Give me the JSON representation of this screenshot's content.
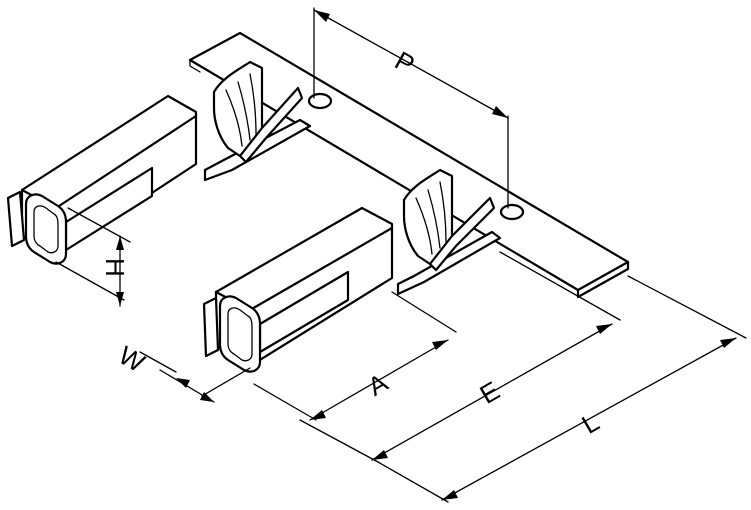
{
  "diagram": {
    "subject": "terminal-strip",
    "dimension_labels": {
      "pitch": "P",
      "height": "H",
      "width": "W",
      "a": "A",
      "e": "E",
      "length": "L"
    }
  }
}
